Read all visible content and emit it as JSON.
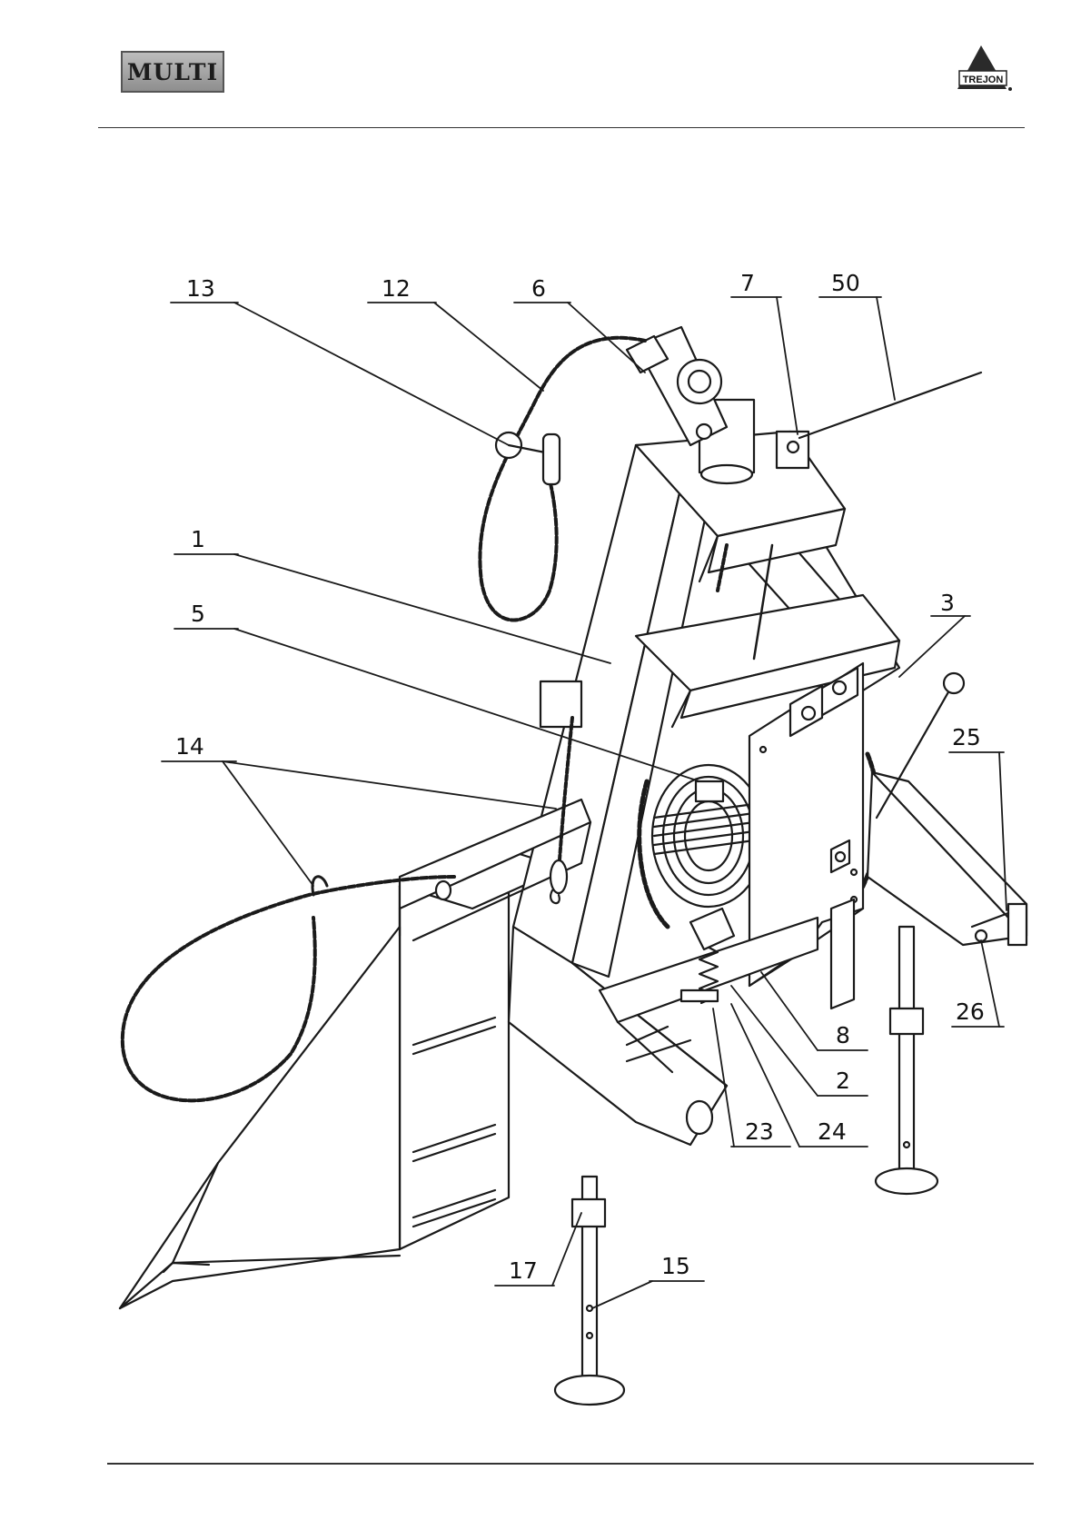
{
  "header": {
    "left_logo_text": "MULTI",
    "right_logo_text": "TREJON"
  },
  "callouts": [
    {
      "id": "c13",
      "label": "13"
    },
    {
      "id": "c12",
      "label": "12"
    },
    {
      "id": "c6",
      "label": "6"
    },
    {
      "id": "c7",
      "label": "7"
    },
    {
      "id": "c50",
      "label": "50"
    },
    {
      "id": "c1",
      "label": "1"
    },
    {
      "id": "c5",
      "label": "5"
    },
    {
      "id": "c3",
      "label": "3"
    },
    {
      "id": "c14",
      "label": "14"
    },
    {
      "id": "c25",
      "label": "25"
    },
    {
      "id": "c26",
      "label": "26"
    },
    {
      "id": "c8",
      "label": "8"
    },
    {
      "id": "c2",
      "label": "2"
    },
    {
      "id": "c23",
      "label": "23"
    },
    {
      "id": "c24",
      "label": "24"
    },
    {
      "id": "c17",
      "label": "17"
    },
    {
      "id": "c15",
      "label": "15"
    }
  ]
}
